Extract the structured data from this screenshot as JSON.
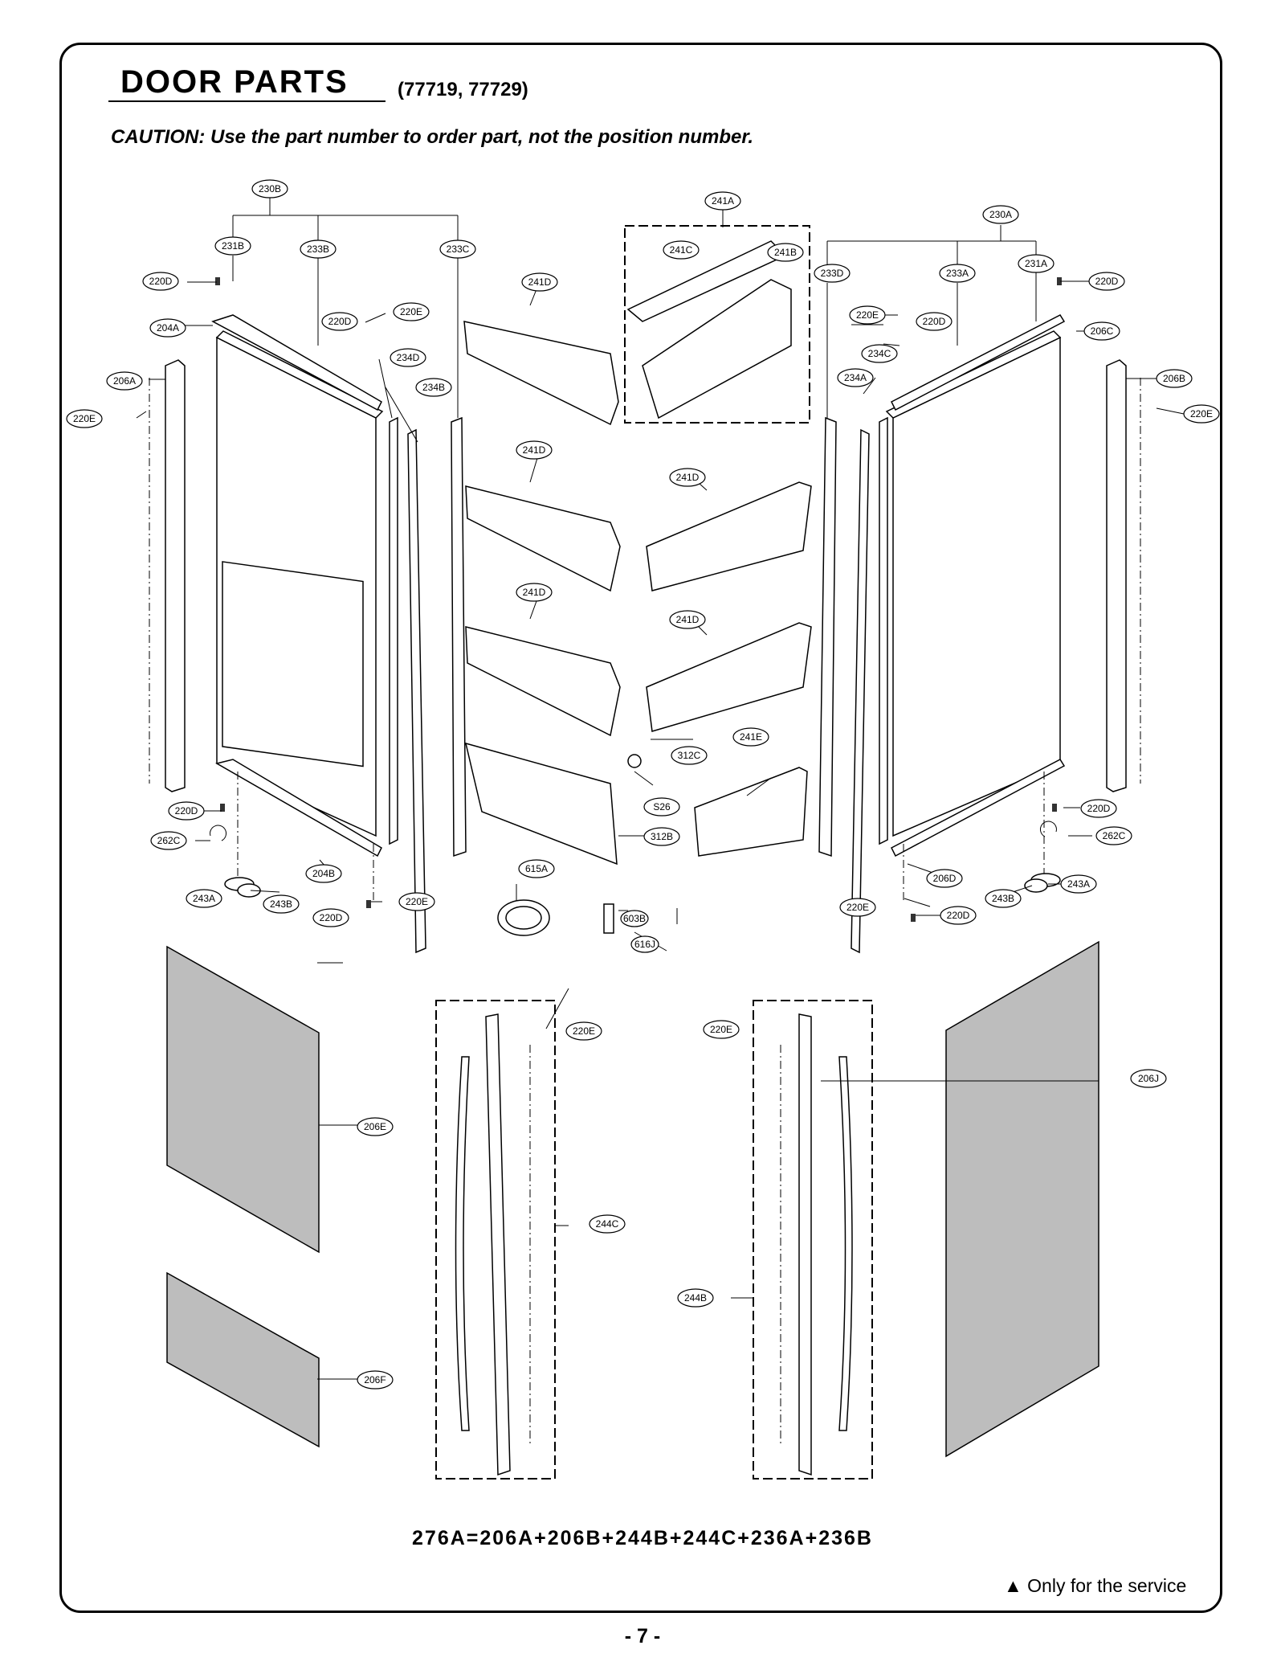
{
  "header": {
    "title": "DOOR PARTS",
    "models": "(77719, 77729)",
    "caution": "CAUTION: Use the part number to order part, not the position number."
  },
  "labels": {
    "l230B": "230B",
    "l241A": "241A",
    "l230A": "230A",
    "l231B": "231B",
    "l233B": "233B",
    "l233C": "233C",
    "l241C": "241C",
    "l241B": "241B",
    "l233D": "233D",
    "l233A": "233A",
    "l231A": "231A",
    "l220D_1": "220D",
    "l220D_2": "220D",
    "l220D_3": "220D",
    "l220D_4": "220D",
    "l220D_5": "220D",
    "l220D_6": "220D",
    "l220D_7": "220D",
    "l220D_8": "220D",
    "l220E_1": "220E",
    "l220E_2": "220E",
    "l220E_3": "220E",
    "l220E_4": "220E",
    "l220E_5": "220E",
    "l220E_6": "220E",
    "l220E_7": "220E",
    "l220E_8": "220E",
    "l204A": "204A",
    "l204B": "204B",
    "l206A": "206A",
    "l206B": "206B",
    "l206C": "206C",
    "l206D": "206D",
    "l234A": "234A",
    "l234B": "234B",
    "l234C": "234C",
    "l234D": "234D",
    "l241D_1": "241D",
    "l241D_2": "241D",
    "l241D_3": "241D",
    "l241D_4": "241D",
    "l241D_5": "241D",
    "l241E": "241E",
    "l312C": "312C",
    "lS26": "S26",
    "l312B": "312B",
    "l262C_1": "262C",
    "l262C_2": "262C",
    "l243A_1": "243A",
    "l243A_2": "243A",
    "l243B_1": "243B",
    "l243B_2": "243B",
    "l615A": "615A",
    "l603B": "603B",
    "l616J": "616J",
    "l206E": "206E",
    "l206F": "206F",
    "l206J": "206J",
    "l244C": "244C",
    "l244B": "244B"
  },
  "colors": {
    "panel_fill": "#bdbdbd",
    "line": "#000000"
  },
  "footer": {
    "formula": "276A=206A+206B+244B+244C+236A+236B",
    "service_note": "▲ Only for the service",
    "page_number": "- 7 -"
  }
}
